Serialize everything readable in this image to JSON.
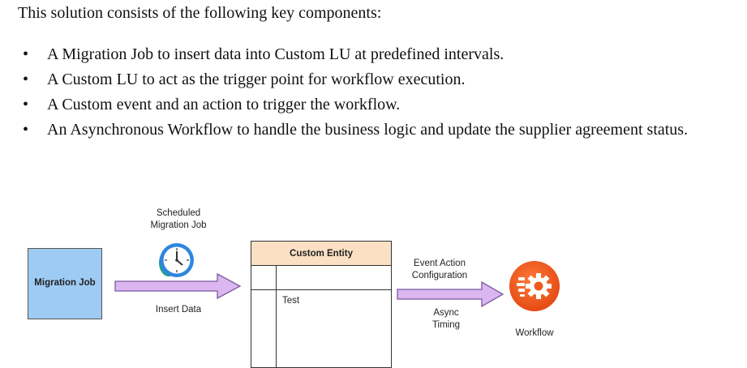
{
  "intro": "This solution consists of the following key components:",
  "bullets": [
    "A Migration Job to insert data into Custom LU at predefined intervals.",
    "A Custom LU to act as the trigger point for workflow execution.",
    "A Custom event and an action to trigger the workflow.",
    "An Asynchronous Workflow to handle the business logic and update the supplier agreement status."
  ],
  "diagram": {
    "migration_job": "Migration Job",
    "scheduled_line1": "Scheduled",
    "scheduled_line2": "Migration Job",
    "insert_data": "Insert Data",
    "entity_title": "Custom Entity",
    "entity_value": "Test",
    "event_line1": "Event Action",
    "event_line2": "Configuration",
    "async_line1": "Async",
    "async_line2": "Timing",
    "workflow": "Workflow",
    "colors": {
      "migration_box": "#9ecbf3",
      "entity_header": "#fbe0c3",
      "arrow_fill": "#dcb6f0",
      "arrow_stroke": "#7a5aa0",
      "workflow_icon": "#f06423",
      "clock_ring": "#2e86de"
    }
  }
}
